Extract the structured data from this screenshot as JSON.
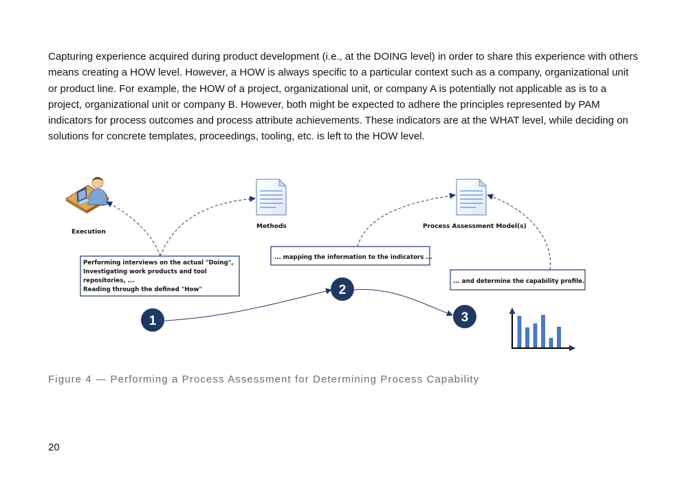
{
  "paragraph": "Capturing experience acquired during product development (i.e., at the DOING level) in order to share this experience with others means creating a HOW level. However, a HOW is always specific to a particular context such as a company, organizational unit or product line. For example, the HOW of a project, organizational unit, or company A is potentially not applicable as is to a project, organizational unit or company B. However, both might be expected to adhere the principles represented by PAM indicators for process outcomes and process attribute achievements. These indicators are at the WHAT level, while deciding on solutions for concrete templates, proceedings, tooling, etc. is left to the HOW level.",
  "figure": {
    "labels": {
      "execution": "Execution",
      "methods": "Methods",
      "pam": "Process Assessment Model(s)"
    },
    "box1": [
      "Performing interviews on the actual \"Doing\",",
      "Investigating work products and tool",
      "repositories, ...",
      "Reading through the defined \"How\""
    ],
    "box2": "... mapping the information to the indicators ...",
    "box3": "... and determine the capability profile.",
    "steps": [
      "1",
      "2",
      "3"
    ],
    "colors": {
      "step_fill": "#1f3864",
      "arrow": "#1f3864",
      "box_border": "#1f3864",
      "bar_fill": "#4a7bc8"
    },
    "icons": [
      "person-at-desk-icon",
      "document-icon",
      "document-icon",
      "bar-chart-icon"
    ],
    "capability_bars": [
      0.95,
      0.6,
      0.72,
      0.98,
      0.28,
      0.62
    ]
  },
  "caption": "Figure 4 — Performing a Process Assessment for Determining Process Capability",
  "page_number": "20"
}
